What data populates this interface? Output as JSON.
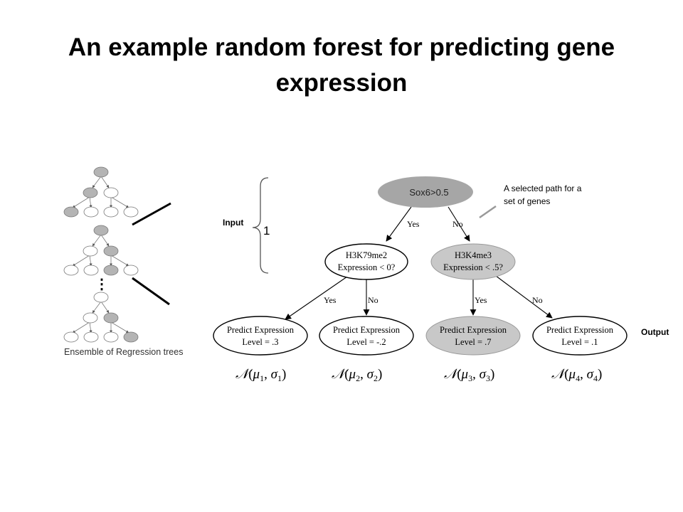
{
  "slide": {
    "title_line1": "An example random forest for predicting gene",
    "title_line2": "expression"
  },
  "ensemble": {
    "caption": "Ensemble of Regression trees",
    "ellipsis": "⋮"
  },
  "labels": {
    "input": "Input",
    "output": "Output",
    "brace_index": "1",
    "annotation_line1": "A selected path for a",
    "annotation_line2": "set of genes"
  },
  "tree": {
    "root": "Sox6>0.5",
    "left_node_line1": "H3K79me2",
    "left_node_line2": "Expression < 0?",
    "right_node_line1": "H3K4me3",
    "right_node_line2": "Expression < .5?",
    "edge_yes": "Yes",
    "edge_no": "No",
    "leaves": [
      {
        "line1": "Predict Expression",
        "line2": "Level = .3",
        "dist_mu": "μ",
        "dist_mu_sub": "1",
        "dist_sigma": "σ",
        "dist_sigma_sub": "1"
      },
      {
        "line1": "Predict Expression",
        "line2": "Level = -.2",
        "dist_mu": "μ",
        "dist_mu_sub": "2",
        "dist_sigma": "σ",
        "dist_sigma_sub": "2"
      },
      {
        "line1": "Predict Expression",
        "line2": "Level = .7",
        "dist_mu": "μ",
        "dist_mu_sub": "3",
        "dist_sigma": "σ",
        "dist_sigma_sub": "3"
      },
      {
        "line1": "Predict Expression",
        "line2": "Level = .1",
        "dist_mu": "μ",
        "dist_mu_sub": "4",
        "dist_sigma": "σ",
        "dist_sigma_sub": "4"
      }
    ],
    "dist_symbol": "𝒩"
  },
  "colors": {
    "selected_fill": "#c8c8c8",
    "root_fill": "#a6a6a6",
    "mini_fill": "#b4b4b4",
    "stroke": "#000000"
  }
}
